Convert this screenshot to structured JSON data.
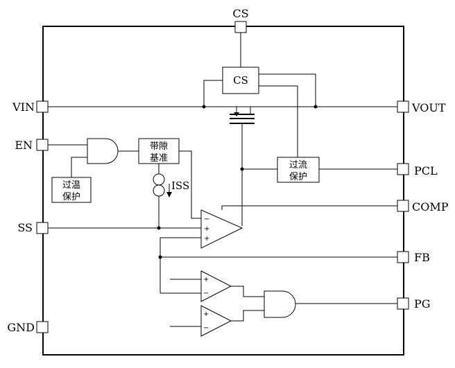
{
  "pins": {
    "cs": "CS",
    "vin": "VIN",
    "vout": "VOUT",
    "en": "EN",
    "pcl": "PCL",
    "comp": "COMP",
    "ss": "SS",
    "fb": "FB",
    "pg": "PG",
    "gnd": "GND"
  },
  "blocks": {
    "cs_sense": "CS",
    "bandgap_line1": "带隙",
    "bandgap_line2": "基准",
    "ocp_line1": "过流",
    "ocp_line2": "保护",
    "otp_line1": "过温",
    "otp_line2": "保护",
    "iss": "ISS"
  },
  "signs": {
    "plus": "+",
    "minus": "−"
  }
}
